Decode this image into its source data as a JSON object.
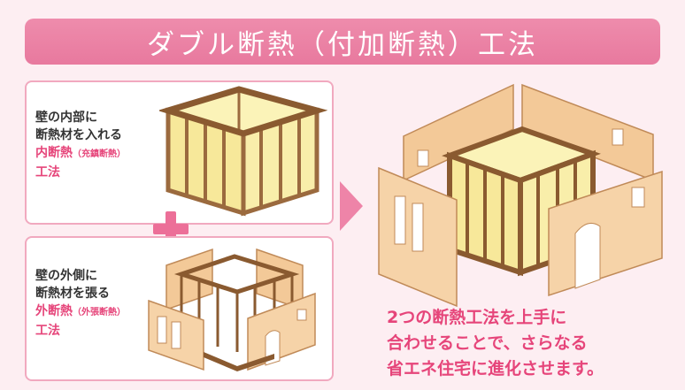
{
  "title": "ダブル断熱（付加断熱）工法",
  "inner": {
    "line1": "壁の内部に",
    "line2": "断熱材を入れる",
    "method": "内断熱",
    "method_note": "（充鎮断熱）",
    "line4": "工法"
  },
  "outer": {
    "line1": "壁の外側に",
    "line2": "断熱材を張る",
    "method": "外断熱",
    "method_note": "（外張断熱）",
    "line4": "工法"
  },
  "result": {
    "line1": "2つの断熱工法を上手に",
    "line2": "合わせることで、さらなる",
    "line3": "省エネ住宅に進化させます。"
  },
  "colors": {
    "banner": "#e8799e",
    "accent": "#e6457a",
    "wood": "#9b6a3e",
    "insulation": "#fbf3b8",
    "panel_board": "#f3c998"
  }
}
